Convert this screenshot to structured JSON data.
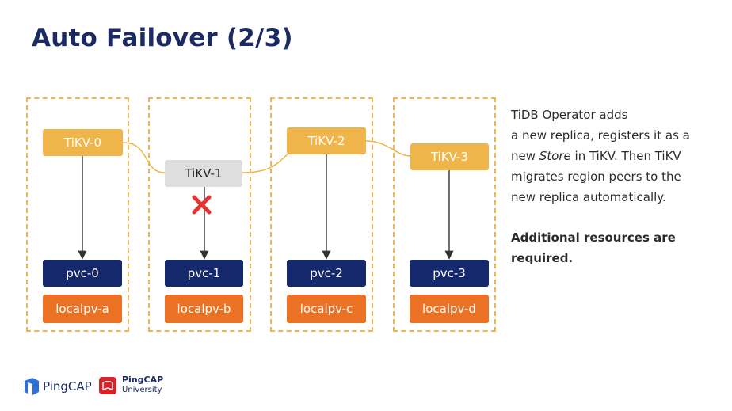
{
  "title": "Auto Failover (2/3)",
  "columns": [
    {
      "tikv": "TiKV-0",
      "pvc": "pvc-0",
      "localpv": "localpv-a",
      "status": "up"
    },
    {
      "tikv": "TiKV-1",
      "pvc": "pvc-1",
      "localpv": "localpv-b",
      "status": "down"
    },
    {
      "tikv": "TiKV-2",
      "pvc": "pvc-2",
      "localpv": "localpv-c",
      "status": "up"
    },
    {
      "tikv": "TiKV-3",
      "pvc": "pvc-3",
      "localpv": "localpv-d",
      "status": "new"
    }
  ],
  "description": {
    "line1": "TiDB Operator adds",
    "line2": "a new replica, registers it as a",
    "line3_pre": "new ",
    "line3_em": "Store",
    "line3_post": " in TiKV. Then TiKV",
    "line4": "migrates region peers to the",
    "line5": "new replica automatically.",
    "note_line1": "Additional resources are",
    "note_line2": "required."
  },
  "footer": {
    "brand": "PingCAP",
    "university_line1": "PingCAP",
    "university_line2": "University"
  },
  "colors": {
    "title": "#1b2a63",
    "tikv": "#efb54a",
    "tikv_down": "#dedede",
    "pvc": "#14286b",
    "localpv": "#eb7124",
    "failure_mark": "#e8312f",
    "border": "#f2b64c"
  }
}
